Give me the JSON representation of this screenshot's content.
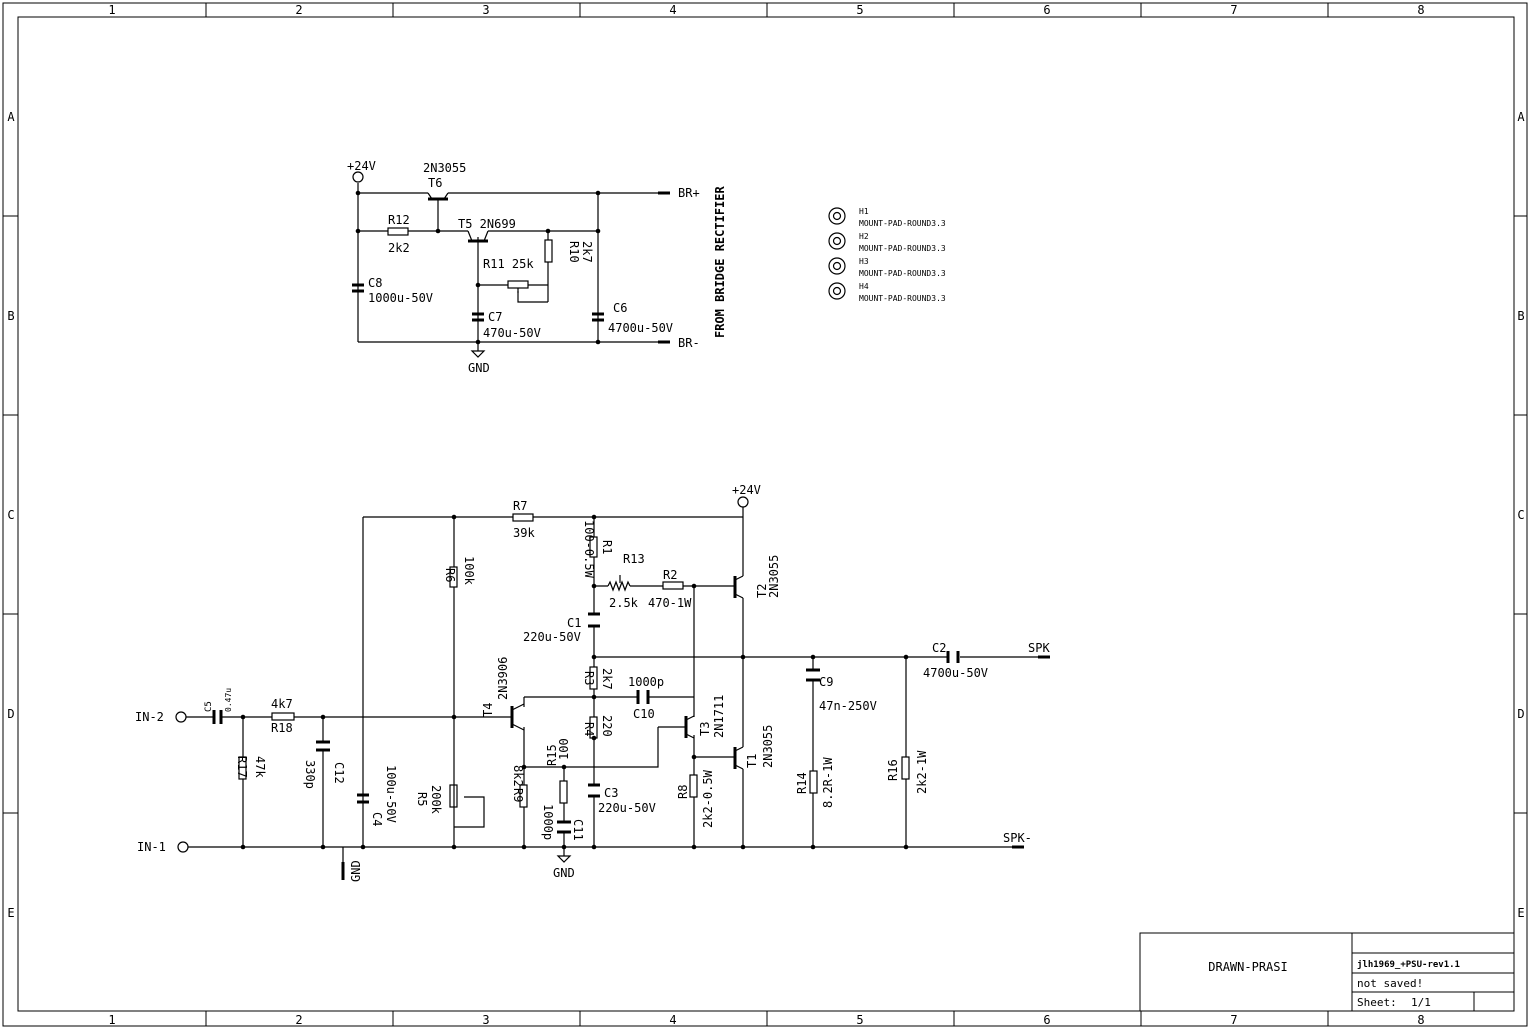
{
  "frame": {
    "columns": [
      "1",
      "2",
      "3",
      "4",
      "5",
      "6",
      "7",
      "8"
    ],
    "rows": [
      "A",
      "B",
      "C",
      "D",
      "E"
    ]
  },
  "title_block": {
    "drawn_by": "DRAWN-PRASI",
    "file_name": "jlh1969_+PSU-rev1.1",
    "status": "not saved!",
    "sheet_label": "Sheet:",
    "sheet_value": "1/1"
  },
  "psu": {
    "supply_label": "+24V",
    "t6_part": "2N3055",
    "t6_ref": "T6",
    "t5_label": "T5 2N699",
    "r12_ref": "R12",
    "r12_val": "2k2",
    "r10_ref": "R10",
    "r10_val": "2k7",
    "r11_label": "R11 25k",
    "c8_ref": "C8",
    "c8_val": "1000u-50V",
    "c7_ref": "C7",
    "c7_val": "470u-50V",
    "c6_ref": "C6",
    "c6_val": "4700u-50V",
    "br_plus": "BR+",
    "br_minus": "BR-",
    "gnd": "GND",
    "rectifier_note": "FROM BRIDGE RECTIFIER"
  },
  "mount_pads": [
    {
      "ref": "H1",
      "part": "MOUNT-PAD-ROUND3.3"
    },
    {
      "ref": "H2",
      "part": "MOUNT-PAD-ROUND3.3"
    },
    {
      "ref": "H3",
      "part": "MOUNT-PAD-ROUND3.3"
    },
    {
      "ref": "H4",
      "part": "MOUNT-PAD-ROUND3.3"
    }
  ],
  "amp": {
    "supply_label": "+24V",
    "r7_ref": "R7",
    "r7_val": "39k",
    "r6_ref": "R6",
    "r6_val": "100k",
    "r1_ref": "R1",
    "r1_val": "100-0.5W",
    "r13_ref": "R13",
    "r13_val": "2.5k",
    "r2_ref": "R2",
    "r2_val": "470-1W",
    "t2_ref": "T2",
    "t2_part": "2N3055",
    "c1_ref": "C1",
    "c1_val": "220u-50V",
    "c2_ref": "C2",
    "c2_val": "4700u-50V",
    "spk_plus": "SPK",
    "spk_minus": "SPK-",
    "r3_ref": "R3",
    "r3_val": "2k7",
    "c10_ref": "C10",
    "c10_val": "1000p",
    "c9_ref": "C9",
    "c9_val": "47n-250V",
    "t4_ref": "T4",
    "t4_part": "2N3906",
    "r4_ref": "R4",
    "r4_val": "220",
    "t3_ref": "T3",
    "t3_part": "2N1711",
    "t1_ref": "T1",
    "t1_part": "2N3055",
    "in2": "IN-2",
    "in1": "IN-1",
    "c5_ref": "C5",
    "c5_val": "0.47u",
    "r18_ref": "R18",
    "r18_val": "4k7",
    "r17_ref": "R17",
    "r17_val": "47k",
    "c12_ref": "C12",
    "c12_val": "330p",
    "c4_ref": "C4",
    "c4_val": "100u-50V",
    "r5_ref": "R5",
    "r5_val": "200k",
    "r9_ref": "R9",
    "r9_val": "8k2",
    "r15_ref": "R15",
    "r15_val": "100",
    "c11_ref": "C11",
    "c11_val": "1000p",
    "c3_ref": "C3",
    "c3_val": "220u-50V",
    "r8_ref": "R8",
    "r8_val": "2k2-0.5W",
    "r14_ref": "R14",
    "r14_val": "8.2R-1W",
    "r16_ref": "R16",
    "r16_val": "2k2-1W",
    "gnd_a": "GND",
    "gnd_b": "GND"
  }
}
